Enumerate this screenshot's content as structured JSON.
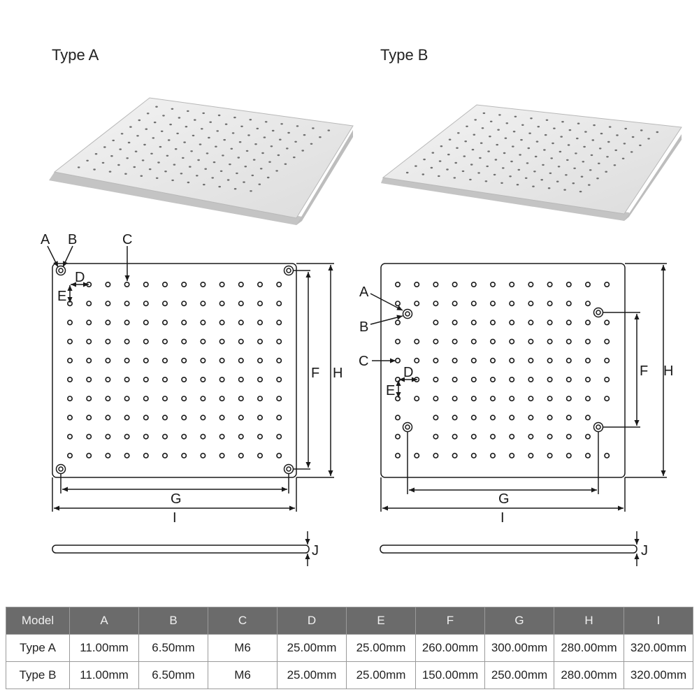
{
  "panels": [
    {
      "label": "Type A"
    },
    {
      "label": "Type B"
    }
  ],
  "diagram_labels": {
    "a": [
      "A",
      "B",
      "C",
      "D",
      "E",
      "F",
      "H",
      "G",
      "I",
      "J"
    ],
    "b": [
      "A",
      "B",
      "C",
      "D",
      "E",
      "F",
      "H",
      "G",
      "I",
      "J"
    ]
  },
  "table": {
    "headers": [
      "Model",
      "A",
      "B",
      "C",
      "D",
      "E",
      "F",
      "G",
      "H",
      "I"
    ],
    "rows": [
      [
        "Type A",
        "11.00mm",
        "6.50mm",
        "M6",
        "25.00mm",
        "25.00mm",
        "260.00mm",
        "300.00mm",
        "280.00mm",
        "320.00mm"
      ],
      [
        "Type B",
        "11.00mm",
        "6.50mm",
        "M6",
        "25.00mm",
        "25.00mm",
        "150.00mm",
        "250.00mm",
        "280.00mm",
        "320.00mm"
      ]
    ]
  },
  "colors": {
    "line": "#1a1a1a",
    "plate_top": "#ececec",
    "plate_side": "#c9c9c9",
    "header_bg": "#6b6b6b"
  }
}
